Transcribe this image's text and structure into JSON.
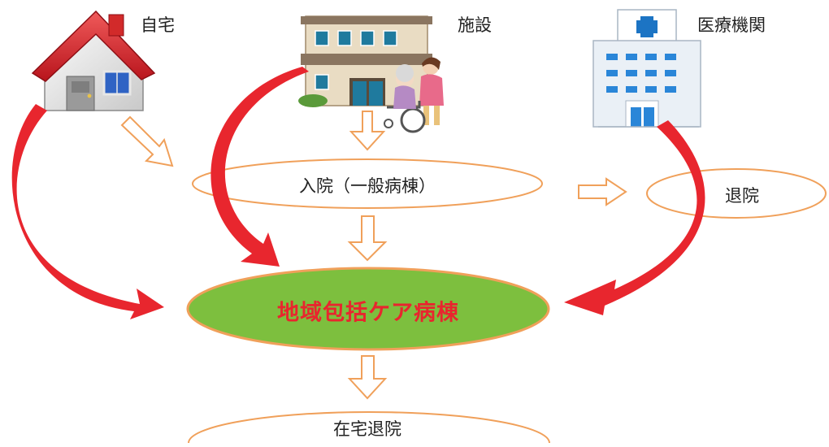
{
  "sources": {
    "home": {
      "label": "自宅",
      "icon": "house-icon"
    },
    "facility": {
      "label": "施設",
      "icon": "care-facility-icon"
    },
    "medical": {
      "label": "医療機関",
      "icon": "hospital-icon"
    }
  },
  "nodes": {
    "admission": {
      "label": "入院（一般病棟）"
    },
    "discharge": {
      "label": "退院"
    },
    "community_ward": {
      "label": "地域包括ケア病棟"
    },
    "home_discharge": {
      "label": "在宅退院"
    }
  },
  "colors": {
    "curved_arrow": "#e8262e",
    "flow_arrow": "#f0a05a",
    "main_fill": "#7dbf3e",
    "main_text": "#e8262e",
    "ellipse_stroke": "#f0a05a"
  }
}
